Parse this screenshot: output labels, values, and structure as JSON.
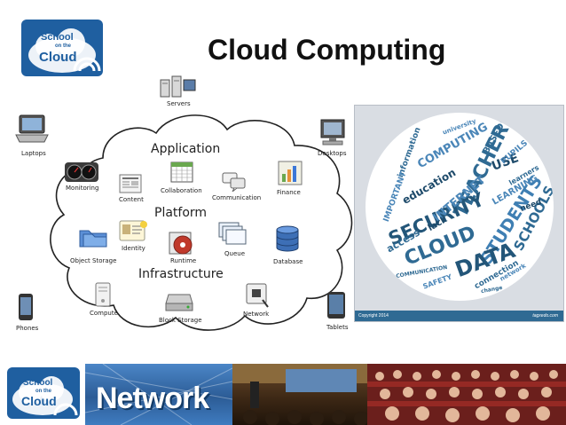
{
  "logo": {
    "line1": "School",
    "line2": "on the",
    "line3": "Cloud"
  },
  "title": "Cloud Computing",
  "devices": {
    "servers": "Servers",
    "laptops": "Laptops",
    "desktops": "Desktops",
    "phones": "Phones",
    "tablets": "Tablets"
  },
  "cloud": {
    "application": "Application",
    "platform": "Platform",
    "infrastructure": "Infrastructure",
    "items": {
      "monitoring": "Monitoring",
      "content": "Content",
      "collaboration": "Collaboration",
      "communication": "Communication",
      "finance": "Finance",
      "identity": "Identity",
      "object_storage": "Object Storage",
      "runtime": "Runtime",
      "queue": "Queue",
      "database": "Database",
      "compute": "Compute",
      "block_storage": "Block Storage",
      "network": "Network"
    }
  },
  "wordcloud": {
    "words": [
      "TEACHERS",
      "SECURITY",
      "CLOUD",
      "STUDENTS",
      "DATA",
      "SCHOOLS",
      "COMPUTING",
      "INTERNET",
      "education",
      "access",
      "USE",
      "LEARNING",
      "information",
      "PUPILS",
      "IMPORTANT",
      "COMMUNICATION",
      "SAFETY",
      "connection",
      "need",
      "university",
      "BASED",
      "lack",
      "learners",
      "network",
      "change"
    ],
    "copyright": "Copyright 2014",
    "brand": "tagxedo.com"
  },
  "banner": {
    "network_text": "Network",
    "logo_line1": "School",
    "logo_line2": "on the",
    "logo_line3": "Cloud"
  }
}
